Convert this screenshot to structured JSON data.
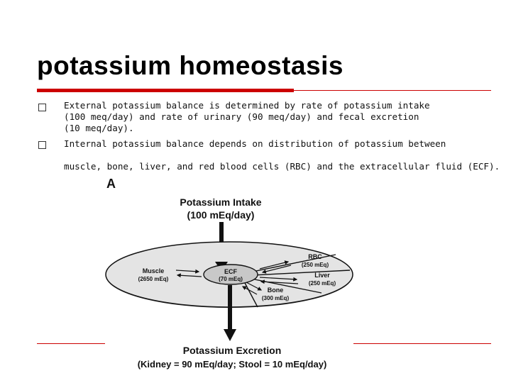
{
  "slide": {
    "title": "potassium homeostasis",
    "bullets": [
      {
        "lines": [
          "External potassium balance is determined by rate of potassium intake",
          "(100 meq/day) and rate of urinary (90 meq/day) and fecal excretion",
          "(10 meq/day)."
        ]
      },
      {
        "lines": [
          "Internal potassium balance depends on distribution of potassium between",
          "",
          "muscle, bone, liver, and red blood cells (RBC) and the extracellular fluid (ECF)."
        ]
      }
    ]
  },
  "figure": {
    "panel_label": "A",
    "intake_title": "Potassium Intake",
    "intake_value": "(100 mEq/day)",
    "ecf_label": "ECF",
    "ecf_value": "(70 mEq)",
    "muscle_label": "Muscle",
    "muscle_value": "(2650 mEq)",
    "rbc_label": "RBC",
    "rbc_value": "(250 mEq)",
    "liver_label": "Liver",
    "liver_value": "(250 mEq)",
    "bone_label": "Bone",
    "bone_value": "(300 mEq)",
    "excretion_title": "Potassium Excretion",
    "excretion_value": "(Kidney = 90 mEq/day; Stool = 10 mEq/day)"
  }
}
